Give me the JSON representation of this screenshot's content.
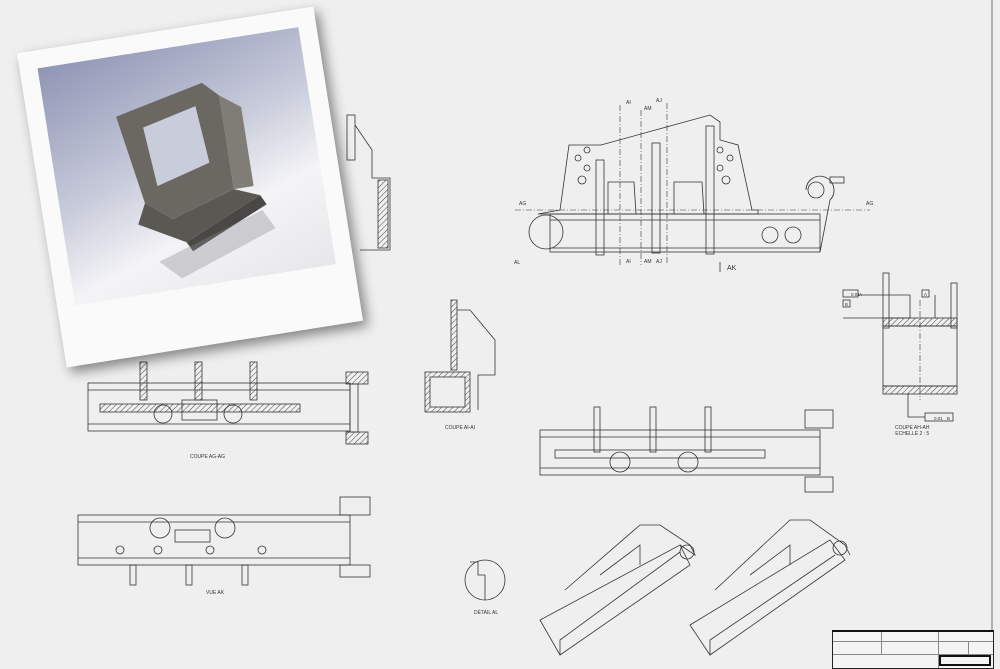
{
  "views": {
    "section_ag": {
      "title": "COUPE AG-AG"
    },
    "section_ai": {
      "title": "COUPE AI-AI"
    },
    "section_ah": {
      "title": "COUPE AH-AH",
      "scale": "ECHELLE 2 : 5"
    },
    "view_ak": {
      "title": "VUE AK"
    },
    "detail_al": {
      "title": "DÉTAIL AL"
    }
  },
  "markers": {
    "ag": "AG",
    "ai": "AI",
    "am": "AM",
    "aj": "AJ",
    "al": "AL",
    "ak": "AK"
  },
  "tolerances": {
    "perpendicularity": {
      "value": "0.01",
      "datum": "A"
    },
    "parallelism": {
      "value": "0.01",
      "datum": "B"
    },
    "datum_a": "A",
    "datum_b": "B"
  },
  "colors": {
    "paper": "#efefef",
    "line": "#333333",
    "hatch": "#555555"
  }
}
